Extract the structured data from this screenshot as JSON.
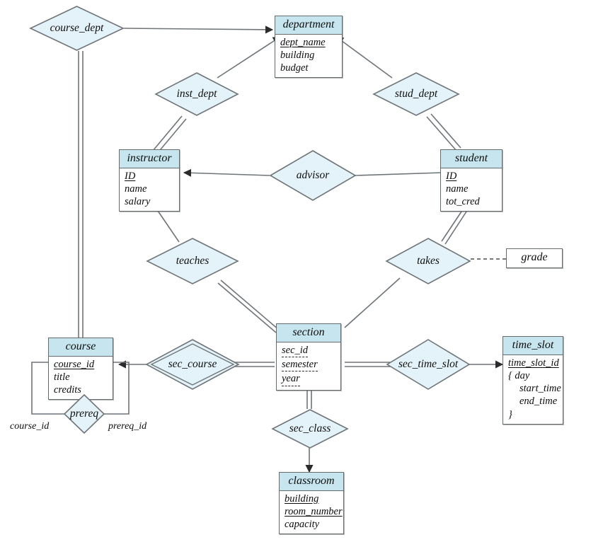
{
  "diagram": {
    "title": "University ER Diagram",
    "type": "entity-relationship",
    "notation": "Chen / Silberschatz",
    "colors": {
      "entity_header": "#c6e5ef",
      "entity_body": "#ffffff",
      "relationship_fill": "#e4f3f9",
      "stroke": "#666b6e",
      "text": "#0d0d0d"
    },
    "entities": [
      {
        "name": "department",
        "attributes": [
          {
            "label": "dept_name",
            "key": "primary"
          },
          {
            "label": "building",
            "key": "none"
          },
          {
            "label": "budget",
            "key": "none"
          }
        ]
      },
      {
        "name": "instructor",
        "attributes": [
          {
            "label": "ID",
            "key": "primary"
          },
          {
            "label": "name",
            "key": "none"
          },
          {
            "label": "salary",
            "key": "none"
          }
        ]
      },
      {
        "name": "student",
        "attributes": [
          {
            "label": "ID",
            "key": "primary"
          },
          {
            "label": "name",
            "key": "none"
          },
          {
            "label": "tot_cred",
            "key": "none"
          }
        ]
      },
      {
        "name": "course",
        "attributes": [
          {
            "label": "course_id",
            "key": "primary"
          },
          {
            "label": "title",
            "key": "none"
          },
          {
            "label": "credits",
            "key": "none"
          }
        ]
      },
      {
        "name": "section",
        "weak": true,
        "attributes": [
          {
            "label": "sec_id",
            "key": "discriminator"
          },
          {
            "label": "semester",
            "key": "discriminator"
          },
          {
            "label": "year",
            "key": "discriminator"
          }
        ]
      },
      {
        "name": "time_slot",
        "attributes": [
          {
            "label": "time_slot_id",
            "key": "primary"
          },
          {
            "label": "{ day",
            "key": "none"
          },
          {
            "label": "start_time",
            "key": "none",
            "indent": true
          },
          {
            "label": "end_time",
            "key": "none",
            "indent": true
          },
          {
            "label": "}",
            "key": "none"
          }
        ]
      },
      {
        "name": "classroom",
        "attributes": [
          {
            "label": "building",
            "key": "primary"
          },
          {
            "label": "room_number",
            "key": "primary"
          },
          {
            "label": "capacity",
            "key": "none"
          }
        ]
      }
    ],
    "relationships": [
      {
        "name": "course_dept",
        "double": false
      },
      {
        "name": "inst_dept",
        "double": false
      },
      {
        "name": "stud_dept",
        "double": false
      },
      {
        "name": "advisor",
        "double": false
      },
      {
        "name": "teaches",
        "double": false
      },
      {
        "name": "takes",
        "double": false
      },
      {
        "name": "sec_course",
        "double": true
      },
      {
        "name": "sec_time_slot",
        "double": false
      },
      {
        "name": "sec_class",
        "double": false
      },
      {
        "name": "prereq",
        "double": false
      }
    ],
    "attribute_boxes": [
      {
        "name": "grade",
        "attached_to": "takes",
        "link": "dashed"
      }
    ],
    "role_labels": [
      {
        "name": "course_id",
        "relationship": "prereq",
        "side": "left"
      },
      {
        "name": "prereq_id",
        "relationship": "prereq",
        "side": "right"
      }
    ]
  }
}
